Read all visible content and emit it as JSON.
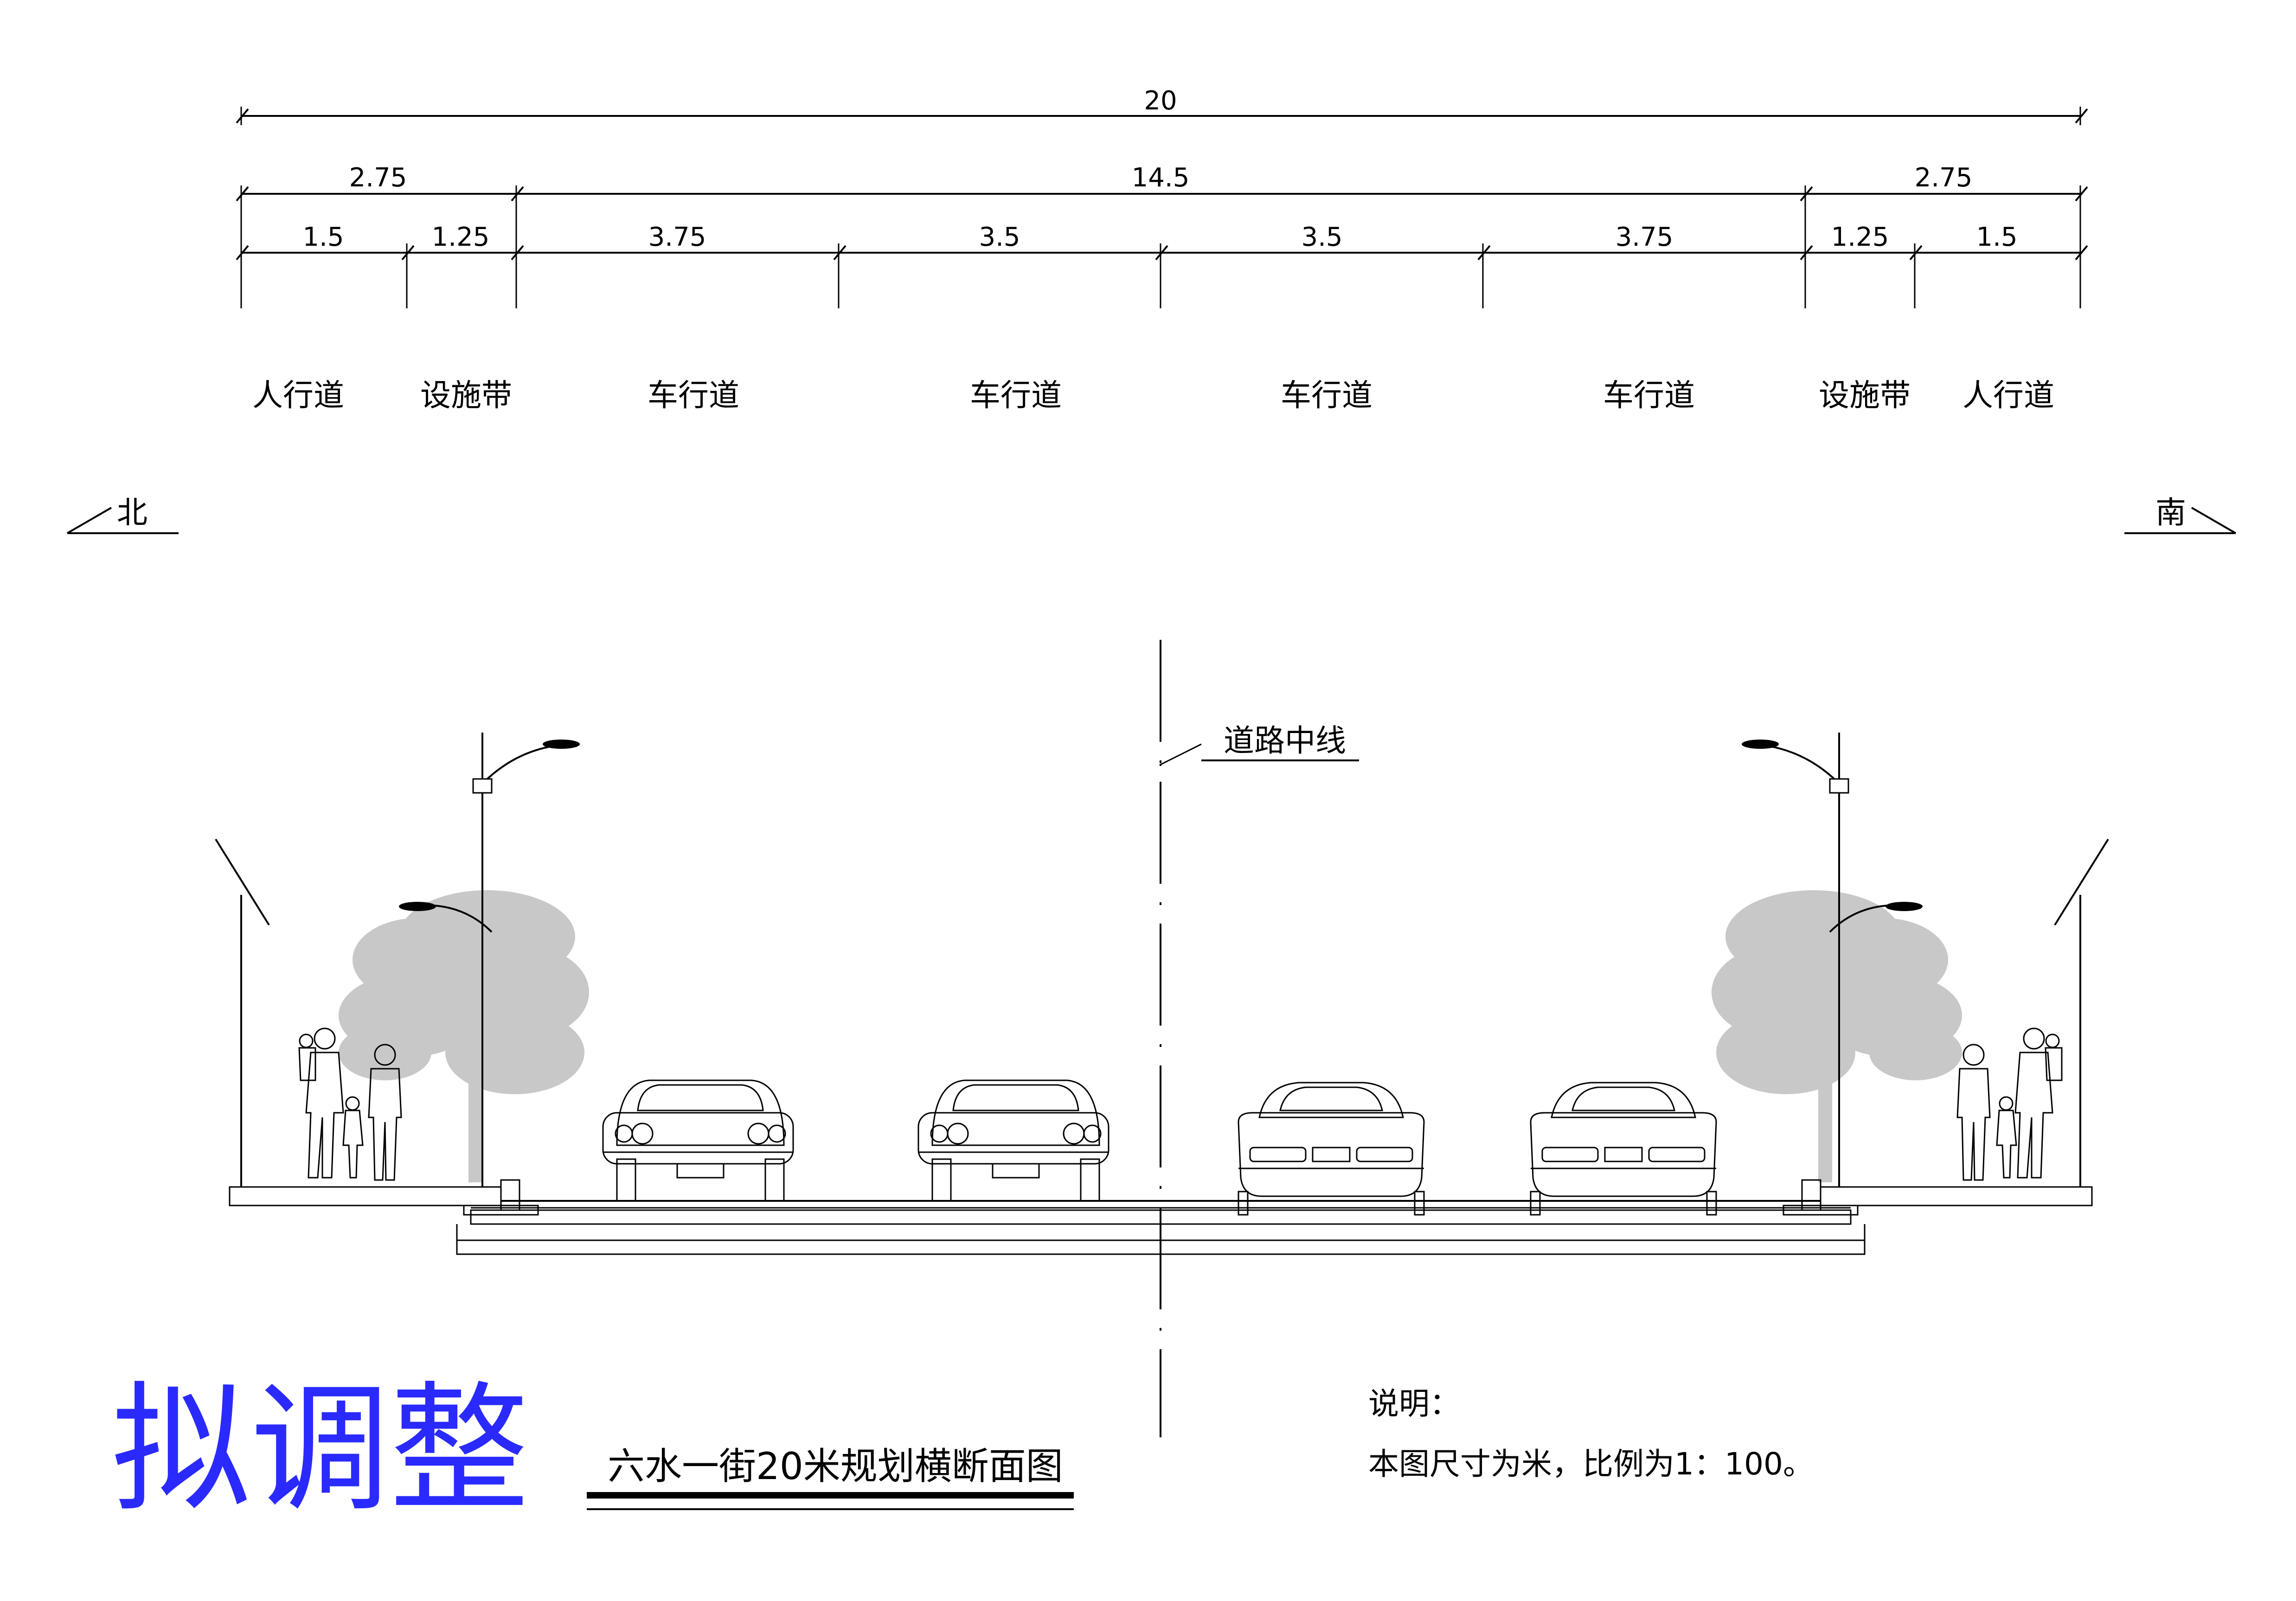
{
  "dimensions": {
    "total": "20",
    "left_side": "2.75",
    "carriageway": "14.5",
    "right_side": "2.75",
    "segments": [
      "1.5",
      "1.25",
      "3.75",
      "3.5",
      "3.5",
      "3.75",
      "1.25",
      "1.5"
    ]
  },
  "zones": [
    "人行道",
    "设施带",
    "车行道",
    "车行道",
    "车行道",
    "车行道",
    "设施带",
    "人行道"
  ],
  "directions": {
    "left": "北",
    "right": "南"
  },
  "centerline_label": "道路中线",
  "stamp": "拟调整",
  "caption": "六水一街20米规划横断面图",
  "notes": {
    "title": "说明：",
    "line1": "本图尺寸为米，比例为1：100。"
  },
  "colors": {
    "stamp": "#2a2aff",
    "tree": "#c8c8c8",
    "line": "#000000"
  }
}
